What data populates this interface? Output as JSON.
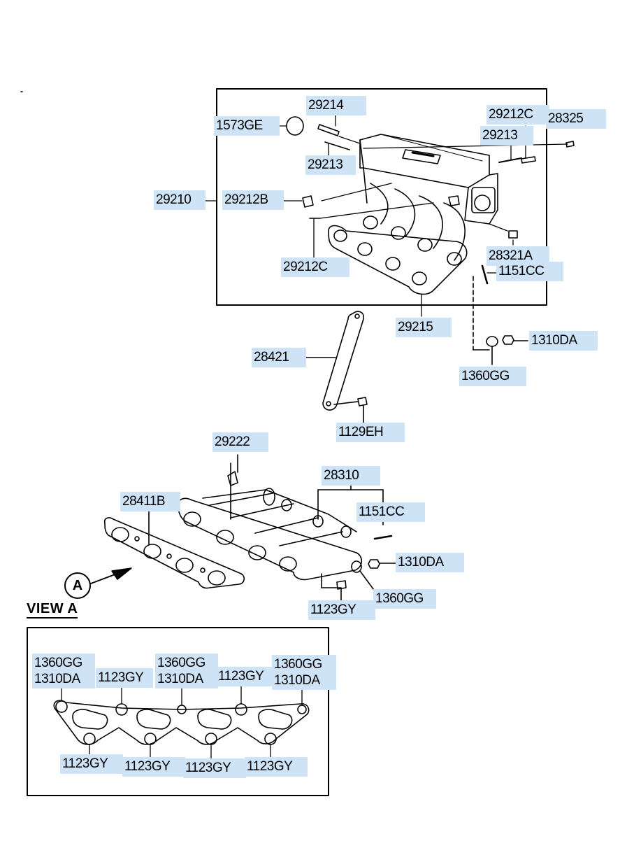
{
  "colors": {
    "highlight": "#cfe3f7",
    "line": "#000000"
  },
  "view": {
    "title": "VIEW  A",
    "marker": "A"
  },
  "labels": {
    "p29214": "29214",
    "p1573GE": "1573GE",
    "p29213a": "29213",
    "p29212C_top": "29212C",
    "p28325": "28325",
    "p29213b": "29213",
    "p29210": "29210",
    "p29212B": "29212B",
    "p28321A": "28321A",
    "p1151CC_a": "1151CC",
    "p29212C_left": "29212C",
    "p29215": "29215",
    "p1310DA_a": "1310DA",
    "p28421": "28421",
    "p1360GG_a": "1360GG",
    "p1129EH": "1129EH",
    "p29222": "29222",
    "p28310": "28310",
    "p28411B": "28411B",
    "p1151CC_b": "1151CC",
    "p1310DA_b": "1310DA",
    "p1360GG_b": "1360GG",
    "p1123GY_a": "1123GY"
  },
  "viewA": {
    "top_left": [
      "1360GG",
      "1310DA"
    ],
    "top_mid1": "1123GY",
    "top_mid2": [
      "1360GG",
      "1310DA"
    ],
    "top_mid3": "1123GY",
    "top_right": [
      "1360GG",
      "1310DA"
    ],
    "bottom": [
      "1123GY",
      "1123GY",
      "1123GY",
      "1123GY"
    ]
  }
}
